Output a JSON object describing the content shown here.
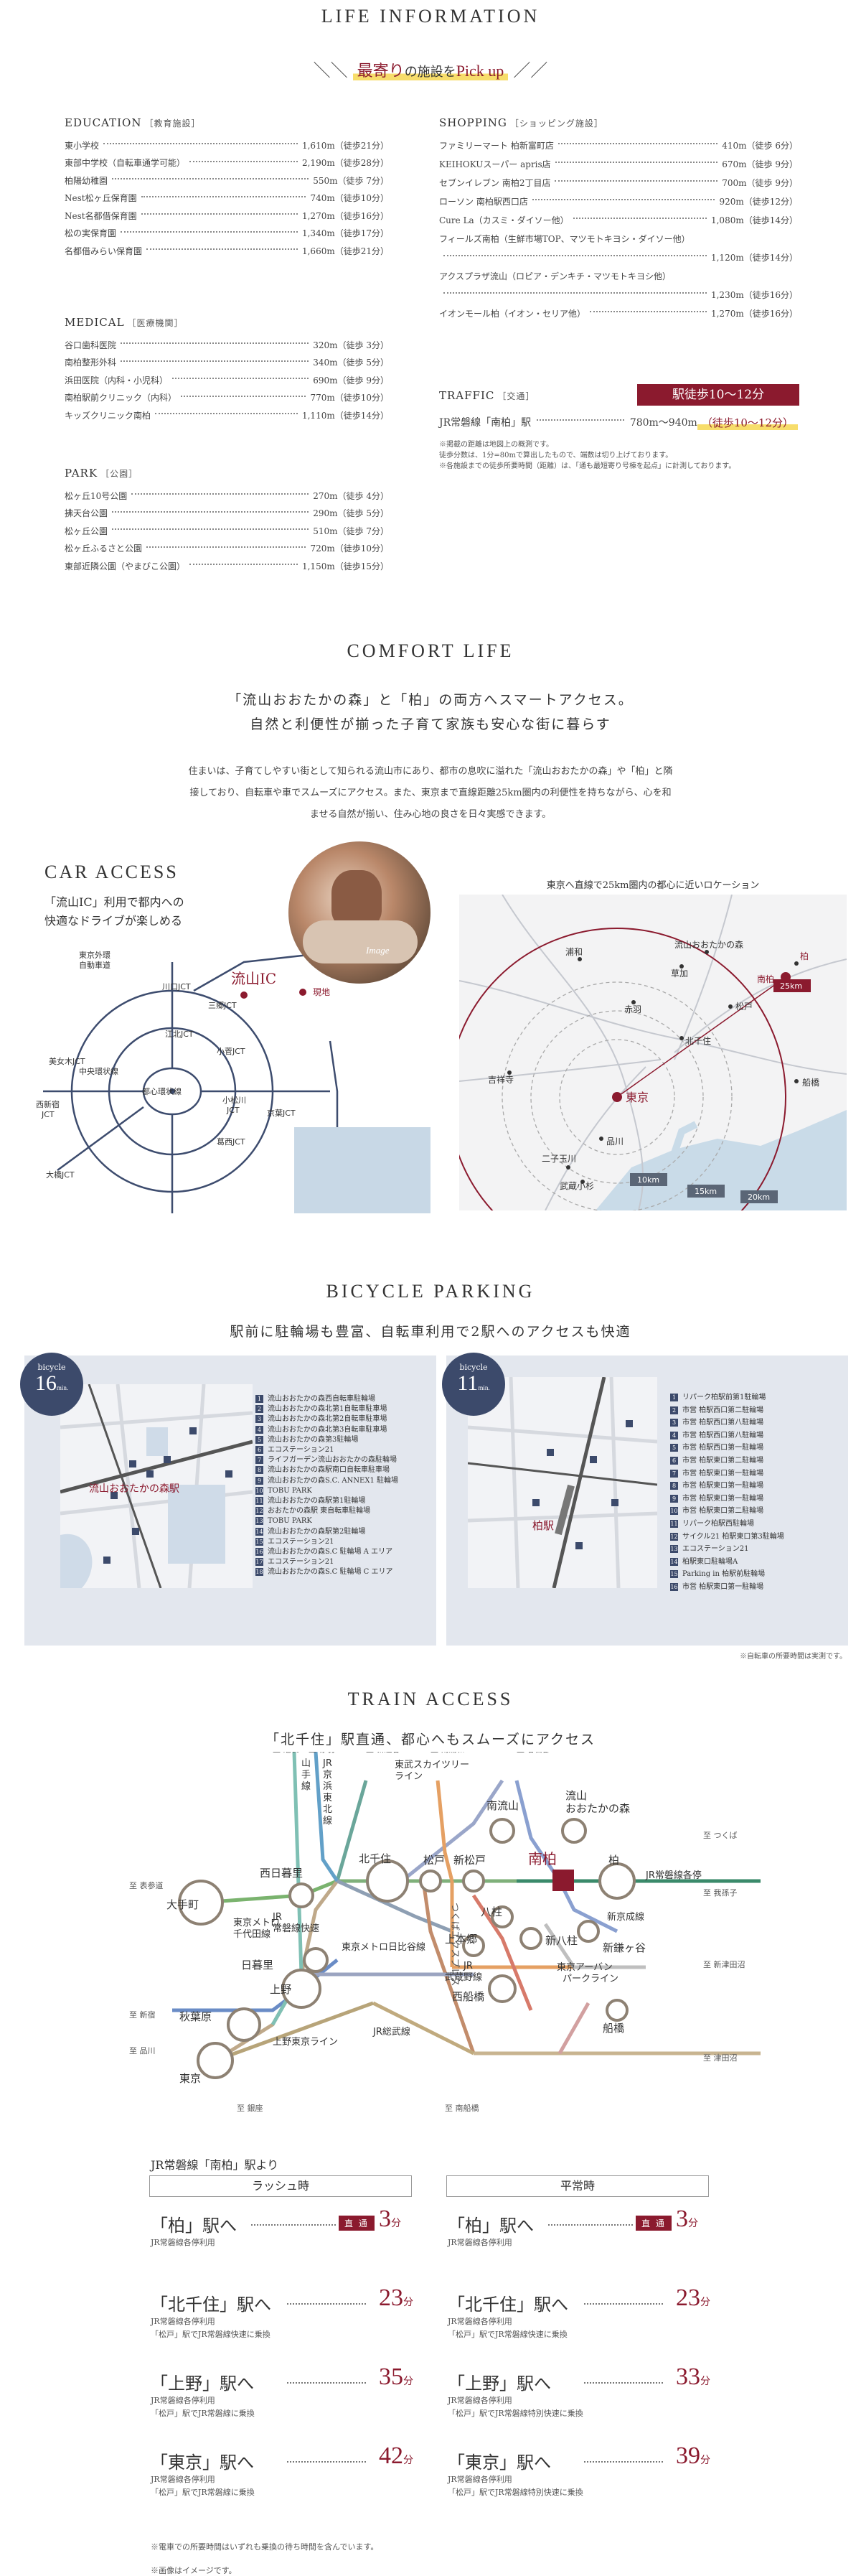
{
  "life": {
    "title": "LIFE INFORMATION",
    "pickup_prefix": "最寄り",
    "pickup_suffix": "の施設を",
    "pickup_en": "Pick up",
    "education": {
      "label": "EDUCATION",
      "label_jp": "［教育施設］",
      "items": [
        {
          "name": "東小学校",
          "dist": "1,610m（徒歩21分）"
        },
        {
          "name": "東部中学校（自転車通学可能）",
          "dist": "2,190m（徒歩28分）"
        },
        {
          "name": "柏陽幼稚園",
          "dist": "550m（徒歩 7分）"
        },
        {
          "name": "Nest松ヶ丘保育園",
          "dist": "740m（徒歩10分）"
        },
        {
          "name": "Nest名都借保育園",
          "dist": "1,270m（徒歩16分）"
        },
        {
          "name": "松の実保育園",
          "dist": "1,340m（徒歩17分）"
        },
        {
          "name": "名都借みらい保育園",
          "dist": "1,660m（徒歩21分）"
        }
      ]
    },
    "medical": {
      "label": "MEDICAL",
      "label_jp": "［医療機関］",
      "items": [
        {
          "name": "谷口歯科医院",
          "dist": "320m（徒歩 3分）"
        },
        {
          "name": "南柏整形外科",
          "dist": "340m（徒歩 5分）"
        },
        {
          "name": "浜田医院（内科・小児科）",
          "dist": "690m（徒歩 9分）"
        },
        {
          "name": "南柏駅前クリニック（内科）",
          "dist": "770m（徒歩10分）"
        },
        {
          "name": "キッズクリニック南柏",
          "dist": "1,110m（徒歩14分）"
        }
      ]
    },
    "park": {
      "label": "PARK",
      "label_jp": "［公園］",
      "items": [
        {
          "name": "松ヶ丘10号公園",
          "dist": "270m（徒歩 4分）"
        },
        {
          "name": "拂天台公園",
          "dist": "290m（徒歩 5分）"
        },
        {
          "name": "松ヶ丘公園",
          "dist": "510m（徒歩 7分）"
        },
        {
          "name": "松ヶ丘ふるさと公園",
          "dist": "720m（徒歩10分）"
        },
        {
          "name": "東部近隣公園（やまびこ公園）",
          "dist": "1,150m（徒歩15分）"
        }
      ]
    },
    "shopping": {
      "label": "SHOPPING",
      "label_jp": "［ショッピング施設］",
      "items": [
        {
          "name": "ファミリーマート 柏新富町店",
          "dist": "410m（徒歩 6分）"
        },
        {
          "name": "KEIHOKUスーパー apris店",
          "dist": "670m（徒歩 9分）"
        },
        {
          "name": "セブンイレブン 南柏2丁目店",
          "dist": "700m（徒歩 9分）"
        },
        {
          "name": "ローソン 南柏駅西口店",
          "dist": "920m（徒歩12分）"
        },
        {
          "name": "Cure La（カスミ・ダイソー他）",
          "dist": "1,080m（徒歩14分）"
        },
        {
          "name": "フィールズ南柏（生鮮市場TOP、マツモトキヨシ・ダイソー他）",
          "dist": ""
        },
        {
          "name": "",
          "dist": "1,120m（徒歩14分）"
        },
        {
          "name": "アクスプラザ流山（ロピア・デンキチ・マツモトキヨシ他）",
          "dist": ""
        },
        {
          "name": "",
          "dist": "1,230m（徒歩16分）"
        },
        {
          "name": "イオンモール柏（イオン・セリア他）",
          "dist": "1,270m（徒歩16分）"
        }
      ]
    },
    "traffic": {
      "label": "TRAFFIC",
      "label_jp": "［交通］",
      "badge": "駅徒歩10～12分",
      "line": "JR常磐線「南柏」駅",
      "dist": "780m～940m",
      "walk": "（徒歩10～12分）"
    },
    "notes": [
      "※掲載の距離は地図上の概測です。",
      "徒歩分数は、1分=80mで算出したもので、端数は切り上げております。",
      "※各施設までの徒歩所要時間（距離）は、「通も最短寄り号棟を起点」に計測しております。"
    ]
  },
  "comfort": {
    "title": "COMFORT LIFE",
    "lead1": "「流山おおたかの森」と「柏」の両方へスマートアクセス。",
    "lead2": "自然と利便性が揃った子育て家族も安心な街に暮らす",
    "body1": "住まいは、子育てしやすい街として知られる流山市にあり、都市の息吹に溢れた「流山おおたかの森」や「柏」と隣",
    "body2": "接しており、自転車や車でスムーズにアクセス。また、東京まで直線距離25km圏内の利便性を持ちながら、心を和",
    "body3": "ませる自然が揃い、住み心地の良さを日々実感できます。"
  },
  "car": {
    "title": "CAR ACCESS",
    "lead1": "「流山IC」利用で都内への",
    "lead2": "快適なドライブが楽しめる",
    "ic": "流山IC",
    "site": "現地",
    "photo_caption": "Image",
    "labels": [
      "東京外環\n自動車道",
      "川口JCT",
      "三郷JCT",
      "美女木JCT",
      "中央環状線",
      "江北JCT",
      "小菅JCT",
      "西新宿\nJCT",
      "都心環状線",
      "小松川\nJCT",
      "京葉JCT",
      "葛西JCT",
      "大橋JCT"
    ]
  },
  "tokyo_map": {
    "caption": "東京へ直線で25km圏内の都心に近いロケーション",
    "places": [
      "流山おおたかの森",
      "浦和",
      "草加",
      "柏",
      "南柏",
      "赤羽",
      "松戸",
      "北千住",
      "吉祥寺",
      "東京",
      "船橋",
      "品川",
      "二子玉川",
      "武蔵小杉"
    ],
    "rings": [
      "10km",
      "15km",
      "20km",
      "25km"
    ]
  },
  "bicycle": {
    "title": "BICYCLE PARKING",
    "lead": "駅前に駐輪場も豊富、自転車利用で2駅へのアクセスも快適",
    "left_badge": "bicycle",
    "left_min": "16",
    "left_unit": "min.",
    "left_station": "流山おおたかの森駅",
    "left_items": [
      "流山おおたかの森西自転車駐輪場",
      "流山おおたかの森北第1自転車駐車場",
      "流山おおたかの森北第2自転車駐車場",
      "流山おおたかの森北第3自転車駐車場",
      "流山おおたかの森第3駐輪場",
      "エコステーション21",
      "ライフガーデン流山おおたかの森駐輪場",
      "流山おおたかの森駅南口自転車駐車場",
      "流山おおたかの森S.C. ANNEX1 駐輪場",
      "TOBU PARK",
      "流山おおたかの森駅第1駐輪場",
      "おおたかの森駅 東自転車駐輪場",
      "TOBU PARK",
      "流山おおたかの森駅第2駐輪場",
      "エコステーション21",
      "流山おおたかの森S.C 駐輪場 A エリア",
      "エコステーション21",
      "流山おおたかの森S.C 駐輪場 C エリア"
    ],
    "right_badge": "bicycle",
    "right_min": "11",
    "right_unit": "min.",
    "right_station": "柏駅",
    "right_items": [
      "リパーク柏駅前第1駐輪場",
      "市営 柏駅西口第二駐輪場",
      "市営 柏駅西口第八駐輪場",
      "市営 柏駅西口第八駐輪場",
      "市営 柏駅西口第一駐輪場",
      "市営 柏駅東口第二駐輪場",
      "市営 柏駅東口第一駐輪場",
      "市営 柏駅東口第一駐輪場",
      "市営 柏駅東口第一駐輪場",
      "市営 柏駅東口第二駐輪場",
      "リパーク柏駅西駐輪場",
      "サイクル21 柏駅東口第3駐輪場",
      "エコステーション21",
      "柏駅東口駐輪場A",
      "Parking in 柏駅前駐輪場",
      "市営 柏駅東口第一駐輪場"
    ],
    "note": "※自転車の所要時間は実測です。"
  },
  "train": {
    "title": "TRAIN ACCESS",
    "lead": "「北千住」駅直通、都心へもスムーズにアクセス",
    "map": {
      "stations": [
        "大手町",
        "西日暮里",
        "東京メトロ\n千代田線",
        "日暮里",
        "上野",
        "秋葉原",
        "東京",
        "上野東京ライン",
        "JR総武線",
        "北千住",
        "松戸",
        "新松戸",
        "南流山",
        "流山\nおおたかの森",
        "南柏",
        "柏",
        "JR常磐線各停",
        "八柱",
        "新八柱",
        "新鎌ヶ谷",
        "新京成線",
        "上本郷",
        "JR\n武蔵野線",
        "西船橋",
        "東京アーバン\nパークライン",
        "船橋",
        "つくばエクスプレス",
        "東京メトロ日比谷線",
        "JR\n常磐線快速",
        "東武スカイツリー\nライン"
      ],
      "top_labels": [
        "至 池袋",
        "至 赤羽",
        "至 新越谷",
        "至 南浦和",
        "至 春日部"
      ],
      "vert_labels": [
        "山手線",
        "JR京浜東北線"
      ],
      "side_labels": [
        "至 表参道",
        "至 新宿",
        "至 品川",
        "至 銀座",
        "至 南船橋",
        "至 つくば",
        "至 我孫子",
        "至 新津田沼",
        "至 津田沼"
      ]
    },
    "table_title": "JR常磐線「南柏」駅より",
    "rush": {
      "head": "ラッシュ時",
      "rows": [
        {
          "dest": "「柏」駅へ",
          "badge": "直 通",
          "min": "3",
          "unit": "分",
          "sub1": "JR常磐線各停利用",
          "sub2": ""
        },
        {
          "dest": "「北千住」駅へ",
          "badge": "",
          "min": "23",
          "unit": "分",
          "sub1": "JR常磐線各停利用",
          "sub2": "「松戸」駅でJR常磐線快速に乗換"
        },
        {
          "dest": "「上野」駅へ",
          "badge": "",
          "min": "35",
          "unit": "分",
          "sub1": "JR常磐線各停利用",
          "sub2": "「松戸」駅でJR常磐線に乗換"
        },
        {
          "dest": "「東京」駅へ",
          "badge": "",
          "min": "42",
          "unit": "分",
          "sub1": "JR常磐線各停利用",
          "sub2": "「松戸」駅でJR常磐線に乗換"
        }
      ]
    },
    "normal": {
      "head": "平常時",
      "rows": [
        {
          "dest": "「柏」駅へ",
          "badge": "直 通",
          "min": "3",
          "unit": "分",
          "sub1": "JR常磐線各停利用",
          "sub2": ""
        },
        {
          "dest": "「北千住」駅へ",
          "badge": "",
          "min": "23",
          "unit": "分",
          "sub1": "JR常磐線各停利用",
          "sub2": "「松戸」駅でJR常磐線快速に乗換"
        },
        {
          "dest": "「上野」駅へ",
          "badge": "",
          "min": "33",
          "unit": "分",
          "sub1": "JR常磐線各停利用",
          "sub2": "「松戸」駅でJR常磐線特別快速に乗換"
        },
        {
          "dest": "「東京」駅へ",
          "badge": "",
          "min": "39",
          "unit": "分",
          "sub1": "JR常磐線各停利用",
          "sub2": "「松戸」駅でJR常磐線特別快速に乗換"
        }
      ]
    },
    "notes": [
      "※電車での所要時間はいずれも乗換の待ち時間を含んでいます。",
      "※画像はイメージです。"
    ]
  }
}
